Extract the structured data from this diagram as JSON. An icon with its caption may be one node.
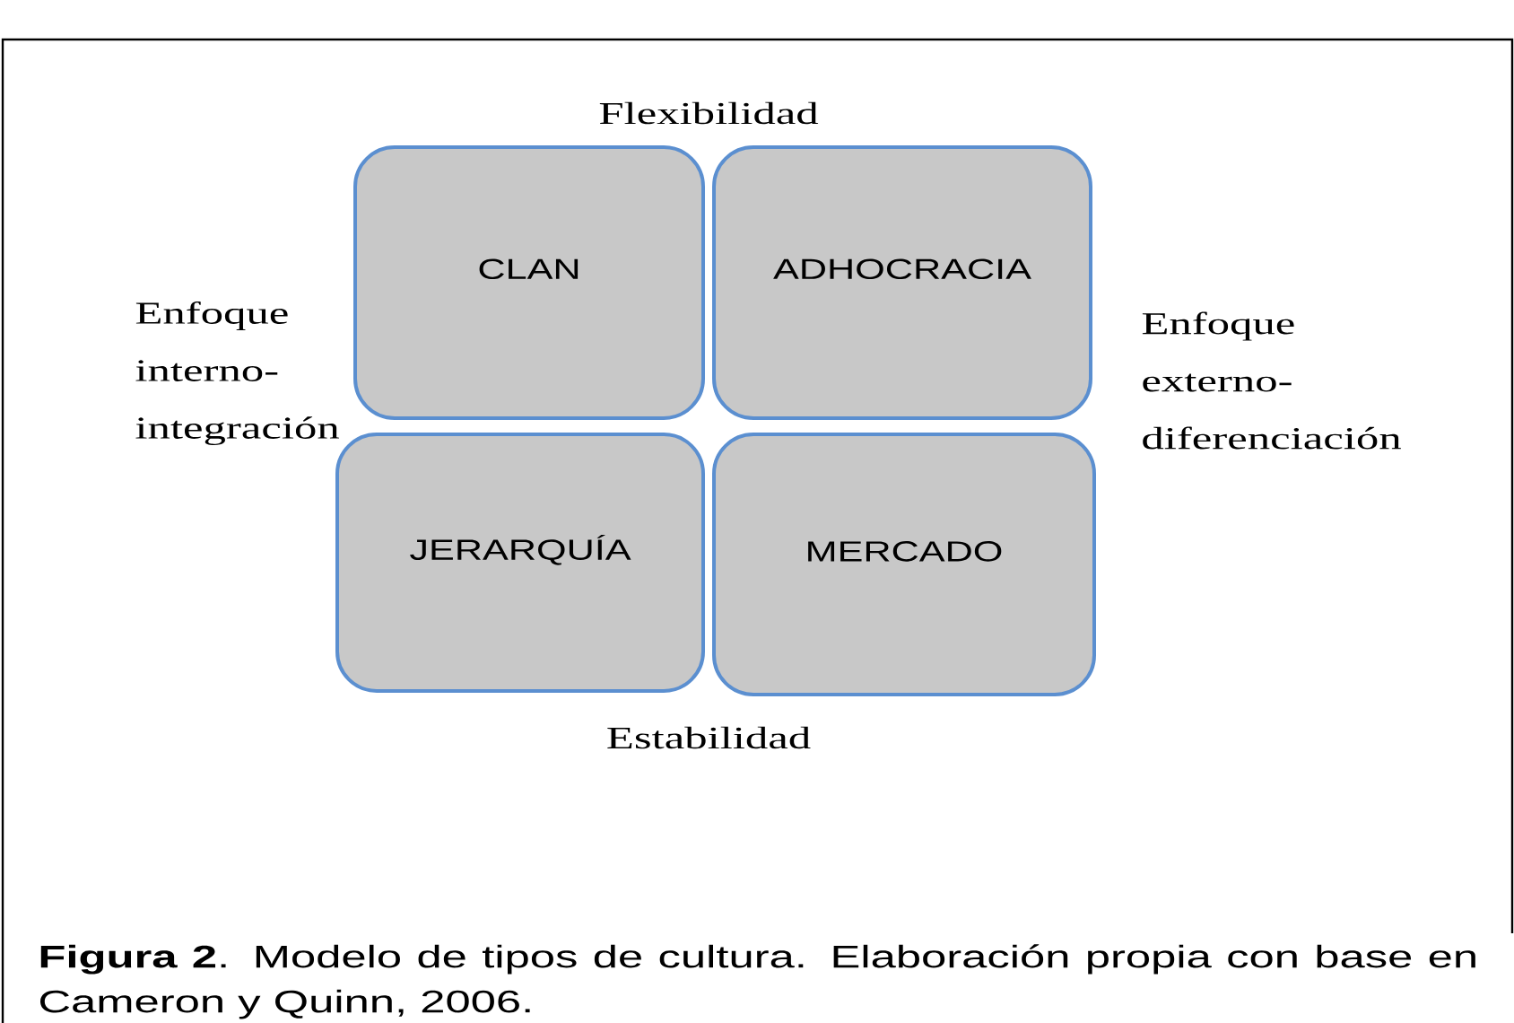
{
  "diagram": {
    "caption": "**Figura 2**. Modelo de tipos de cultura. Elaboración propia con base en Cameron y Quinn, 2006.",
    "nodes": [
      {
        "text": [
          "CLAN"
        ]
      },
      {
        "text": [
          "ADHOCRACIA"
        ]
      },
      {
        "text": [
          "JERARQUÍA"
        ]
      },
      {
        "text": [
          "MERCADO"
        ]
      }
    ],
    "labels": [
      "Flexibilidad",
      "Enfoque interno- integración",
      "Enfoque externo- diferenciación",
      "Estabilidad"
    ]
  }
}
